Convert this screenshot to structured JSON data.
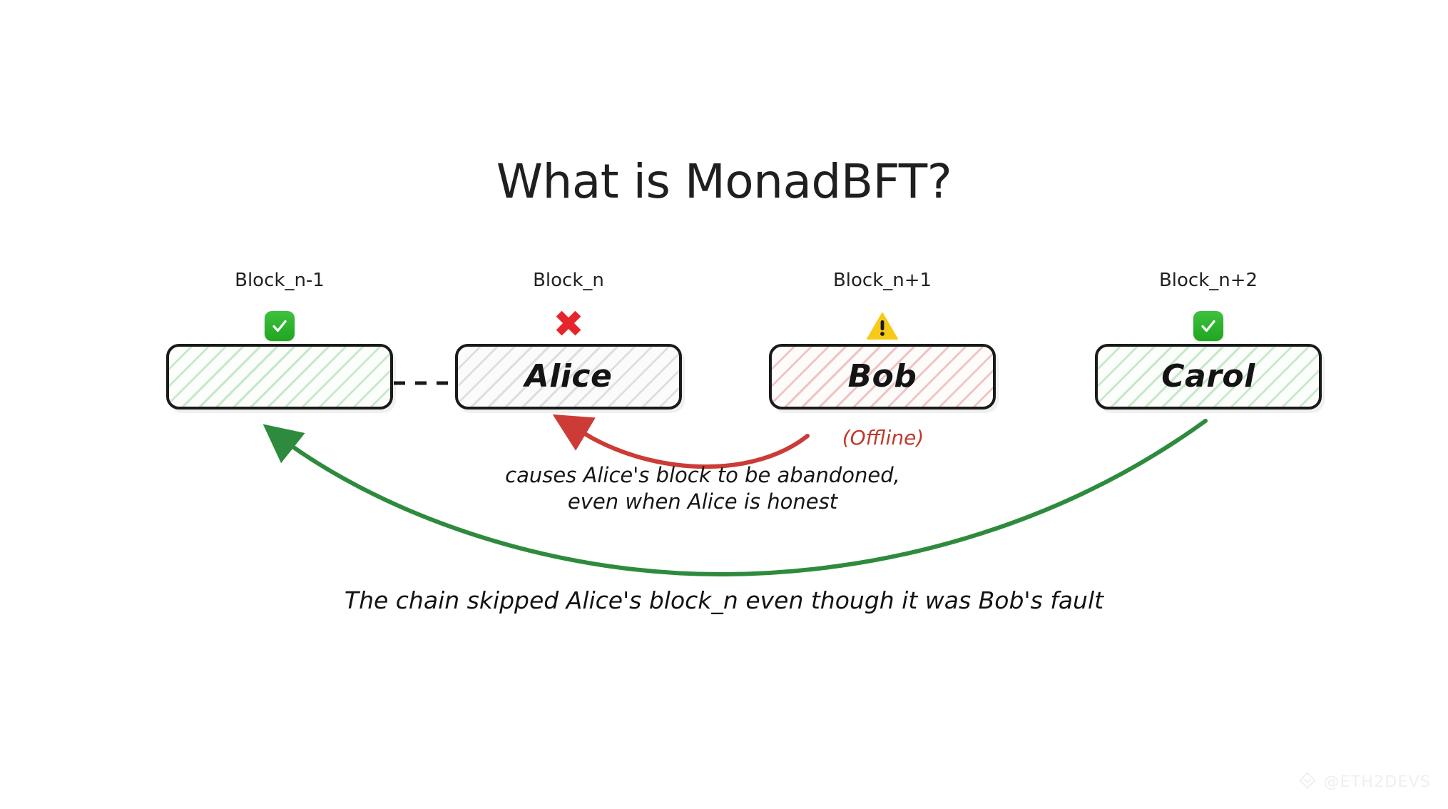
{
  "page": {
    "title": "What is MonadBFT?",
    "background": "#ffffff"
  },
  "colors": {
    "ink": "#1a1a1a",
    "green": "#2e8b3d",
    "green_badge": "#2fb52f",
    "red": "#cc3b36",
    "red_cross": "#e8252a",
    "warning_yellow": "#f7ca18",
    "gray_hatch": "#78787d",
    "watermark": "#efeff1"
  },
  "blocks": [
    {
      "label": "Block_n-1",
      "name": "",
      "status_icon": "green-check-icon",
      "fill": "hatch-green"
    },
    {
      "label": "Block_n",
      "name": "Alice",
      "status_icon": "red-cross-icon",
      "fill": "hatch-gray"
    },
    {
      "label": "Block_n+1",
      "name": "Bob",
      "status_icon": "yellow-warning-icon",
      "fill": "hatch-red",
      "note": "(Offline)"
    },
    {
      "label": "Block_n+2",
      "name": "Carol",
      "status_icon": "green-check-icon",
      "fill": "hatch-green"
    }
  ],
  "annotations": {
    "offline_note": "(Offline)",
    "mid_caption_line1": "causes Alice's block to be abandoned,",
    "mid_caption_line2": "even when Alice is honest",
    "bottom_caption": "The chain skipped Alice's block_n even though it was Bob's fault"
  },
  "watermark": {
    "handle": "@ETH2DEVS"
  }
}
